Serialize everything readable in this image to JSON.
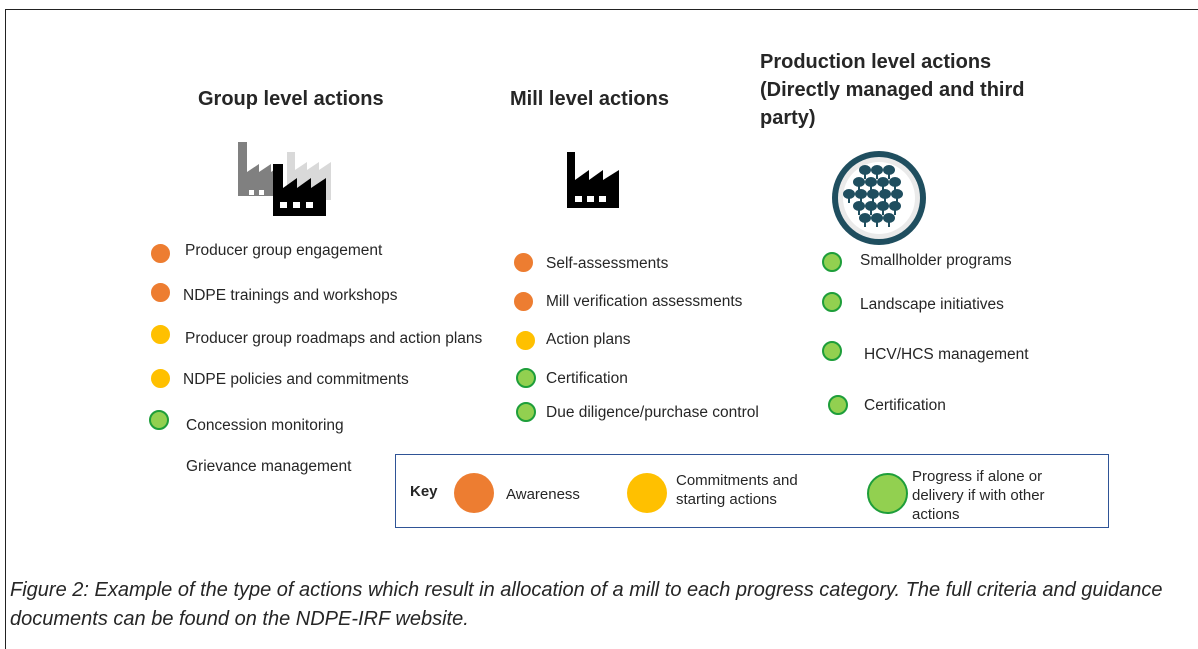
{
  "columns": {
    "group": {
      "heading": "Group level actions",
      "items": [
        {
          "label": "Producer group engagement",
          "status": "orange"
        },
        {
          "label": "NDPE trainings and workshops",
          "status": "orange"
        },
        {
          "label": "Producer group roadmaps and action plans",
          "status": "yellow"
        },
        {
          "label": "NDPE policies and commitments",
          "status": "yellow"
        },
        {
          "label": "Concession monitoring",
          "status": "green"
        },
        {
          "label": "Grievance management",
          "status": "none"
        }
      ]
    },
    "mill": {
      "heading": "Mill level actions",
      "items": [
        {
          "label": "Self-assessments",
          "status": "orange"
        },
        {
          "label": "Mill verification assessments",
          "status": "orange"
        },
        {
          "label": "Action plans",
          "status": "yellow"
        },
        {
          "label": "Certification",
          "status": "green"
        },
        {
          "label": "Due diligence/purchase control",
          "status": "green"
        }
      ]
    },
    "production": {
      "heading": "Production level actions (Directly managed and third party)",
      "items": [
        {
          "label": "Smallholder programs",
          "status": "green"
        },
        {
          "label": "Landscape initiatives",
          "status": "green"
        },
        {
          "label": "HCV/HCS management",
          "status": "green"
        },
        {
          "label": "Certification",
          "status": "green"
        }
      ]
    }
  },
  "key": {
    "title": "Key",
    "entries": [
      {
        "label": "Awareness",
        "color": "#ED7D31"
      },
      {
        "label": "Commitments and starting actions",
        "color": "#FFC000"
      },
      {
        "label": "Progress if alone or delivery if with other actions",
        "color": "#92D050"
      }
    ]
  },
  "colors": {
    "orange": "#ED7D31",
    "yellow": "#FFC000",
    "green": "#92D050",
    "green_border": "#1E9E3A",
    "key_border": "#2F5496"
  },
  "icons": {
    "group": "factories-icon",
    "mill": "factory-icon",
    "production": "plantation-trees-icon"
  },
  "caption": "Figure 2: Example of the type of actions which result in allocation of a mill to each progress category. The full criteria and guidance documents can be found on the NDPE-IRF website."
}
